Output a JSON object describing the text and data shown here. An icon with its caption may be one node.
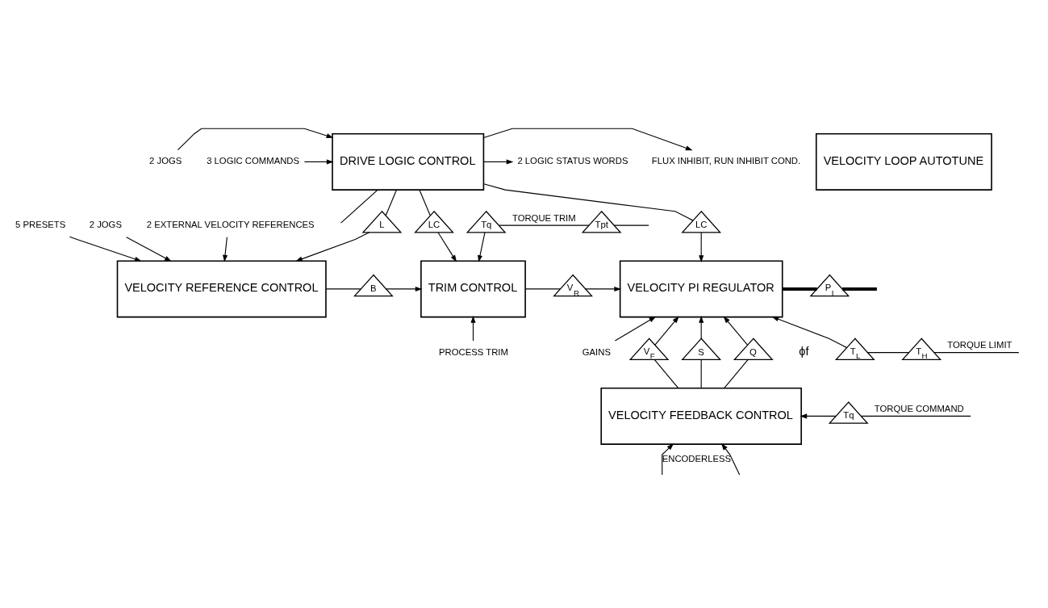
{
  "diagram": {
    "nodes": [
      {
        "text": [
          "DRIVE LOGIC CONTROL"
        ]
      },
      {
        "text": [
          "VELOCITY LOOP AUTOTUNE"
        ]
      },
      {
        "text": [
          "VELOCITY REFERENCE CONTROL"
        ]
      },
      {
        "text": [
          "TRIM CONTROL"
        ]
      },
      {
        "text": [
          "VELOCITY PI REGULATOR"
        ]
      },
      {
        "text": [
          "VELOCITY FEEDBACK CONTROL"
        ]
      },
      {
        "text": [
          "3 LOGIC COMMANDS"
        ]
      },
      {
        "text": [
          "2 JOGS"
        ]
      },
      {
        "text": [
          "2 LOGIC STATUS WORDS"
        ]
      },
      {
        "text": [
          "FLUX INHIBIT, RUN INHIBIT COND."
        ]
      },
      {
        "text": [
          "L"
        ]
      },
      {
        "text": [
          "LC"
        ]
      },
      {
        "text": [
          "Tq"
        ]
      },
      {
        "text": [
          "LC"
        ]
      },
      {
        "text": [
          "Tpt"
        ]
      },
      {
        "text": [
          "5 PRESETS"
        ]
      },
      {
        "text": [
          "2 JOGS"
        ]
      },
      {
        "text": [
          "2 EXTERNAL VELOCITY REFERENCES"
        ]
      },
      {
        "text": [
          "B"
        ]
      },
      {
        "text": [
          "V$_{R}$"
        ]
      },
      {
        "text": [
          "T$_{L}$"
        ]
      },
      {
        "text": [
          "T$_{H}$"
        ]
      },
      {
        "text": [
          "GAINS"
        ]
      },
      {
        "text": [
          "P$_{I}$"
        ]
      },
      {
        "text": [
          "PROCESS TRIM"
        ]
      },
      {
        "text": [
          "V$_{F}$"
        ]
      },
      {
        "text": [
          "S"
        ]
      },
      {
        "text": [
          "Q"
        ]
      },
      {
        "text": [
          "Tq"
        ]
      }
    ],
    "edges": [
      {
        "from": 6,
        "to": 0,
        "arrow": "to"
      },
      {
        "from": 7,
        "to": 0,
        "arrow": "to"
      },
      {
        "from": 0,
        "to": 8,
        "arrow": "to"
      },
      {
        "from": 0,
        "to": 9,
        "arrow": "to"
      },
      {
        "from": 0,
        "to": 10,
        "arrow": "none"
      },
      {
        "from": 0,
        "to": 11,
        "arrow": "none"
      },
      {
        "from": 0,
        "to": 13,
        "arrow": "none"
      },
      {
        "from": 0,
        "to": null,
        "arrow": "none"
      },
      {
        "from": 10,
        "to": 2,
        "arrow": "to"
      },
      {
        "from": 11,
        "to": 3,
        "arrow": "to"
      },
      {
        "from": 12,
        "to": 3,
        "arrow": "to"
      },
      {
        "from": 13,
        "to": 4,
        "arrow": "to"
      },
      {
        "from": null,
        "to": 14,
        "arrow": "none"
      },
      {
        "from": 14,
        "to": 12,
        "arrow": "none",
        "label": "TORQUE TRIM"
      },
      {
        "from": 15,
        "to": 2,
        "arrow": "to"
      },
      {
        "from": 16,
        "to": 2,
        "arrow": "to"
      },
      {
        "from": 17,
        "to": 2,
        "arrow": "to"
      },
      {
        "from": 2,
        "to": 18,
        "arrow": "none"
      },
      {
        "from": 18,
        "to": 3,
        "arrow": "to"
      },
      {
        "from": 3,
        "to": 19,
        "arrow": "none"
      },
      {
        "from": 19,
        "to": 4,
        "arrow": "to"
      },
      {
        "from": 22,
        "to": 4,
        "arrow": "to"
      },
      {
        "from": 24,
        "to": 3,
        "arrow": "to"
      },
      {
        "from": null,
        "to": 21,
        "arrow": "none",
        "label": "TORQUE LIMIT"
      },
      {
        "from": 21,
        "to": 20,
        "arrow": "none"
      },
      {
        "from": 20,
        "to": 4,
        "arrow": "to"
      },
      {
        "from": 4,
        "to": 23,
        "arrow": "none",
        "style": "thick"
      },
      {
        "from": 23,
        "to": null,
        "arrow": "none",
        "style": "thick"
      },
      {
        "from": 5,
        "to": 25,
        "arrow": "none"
      },
      {
        "from": 25,
        "to": 4,
        "arrow": "to"
      },
      {
        "from": 5,
        "to": 26,
        "arrow": "none"
      },
      {
        "from": 26,
        "to": 4,
        "arrow": "to"
      },
      {
        "from": 5,
        "to": 27,
        "arrow": "none"
      },
      {
        "from": 27,
        "to": 4,
        "arrow": "to"
      },
      {
        "from": null,
        "to": 28,
        "arrow": "none",
        "label": "TORQUE COMMAND"
      },
      {
        "from": 28,
        "to": 5,
        "arrow": "to"
      },
      {
        "from": null,
        "to": 5,
        "arrow": "to",
        "label": "ENCODERLESS"
      },
      {
        "from": null,
        "to": 5,
        "arrow": "to"
      }
    ],
    "labels": [
      "ϕf"
    ]
  }
}
